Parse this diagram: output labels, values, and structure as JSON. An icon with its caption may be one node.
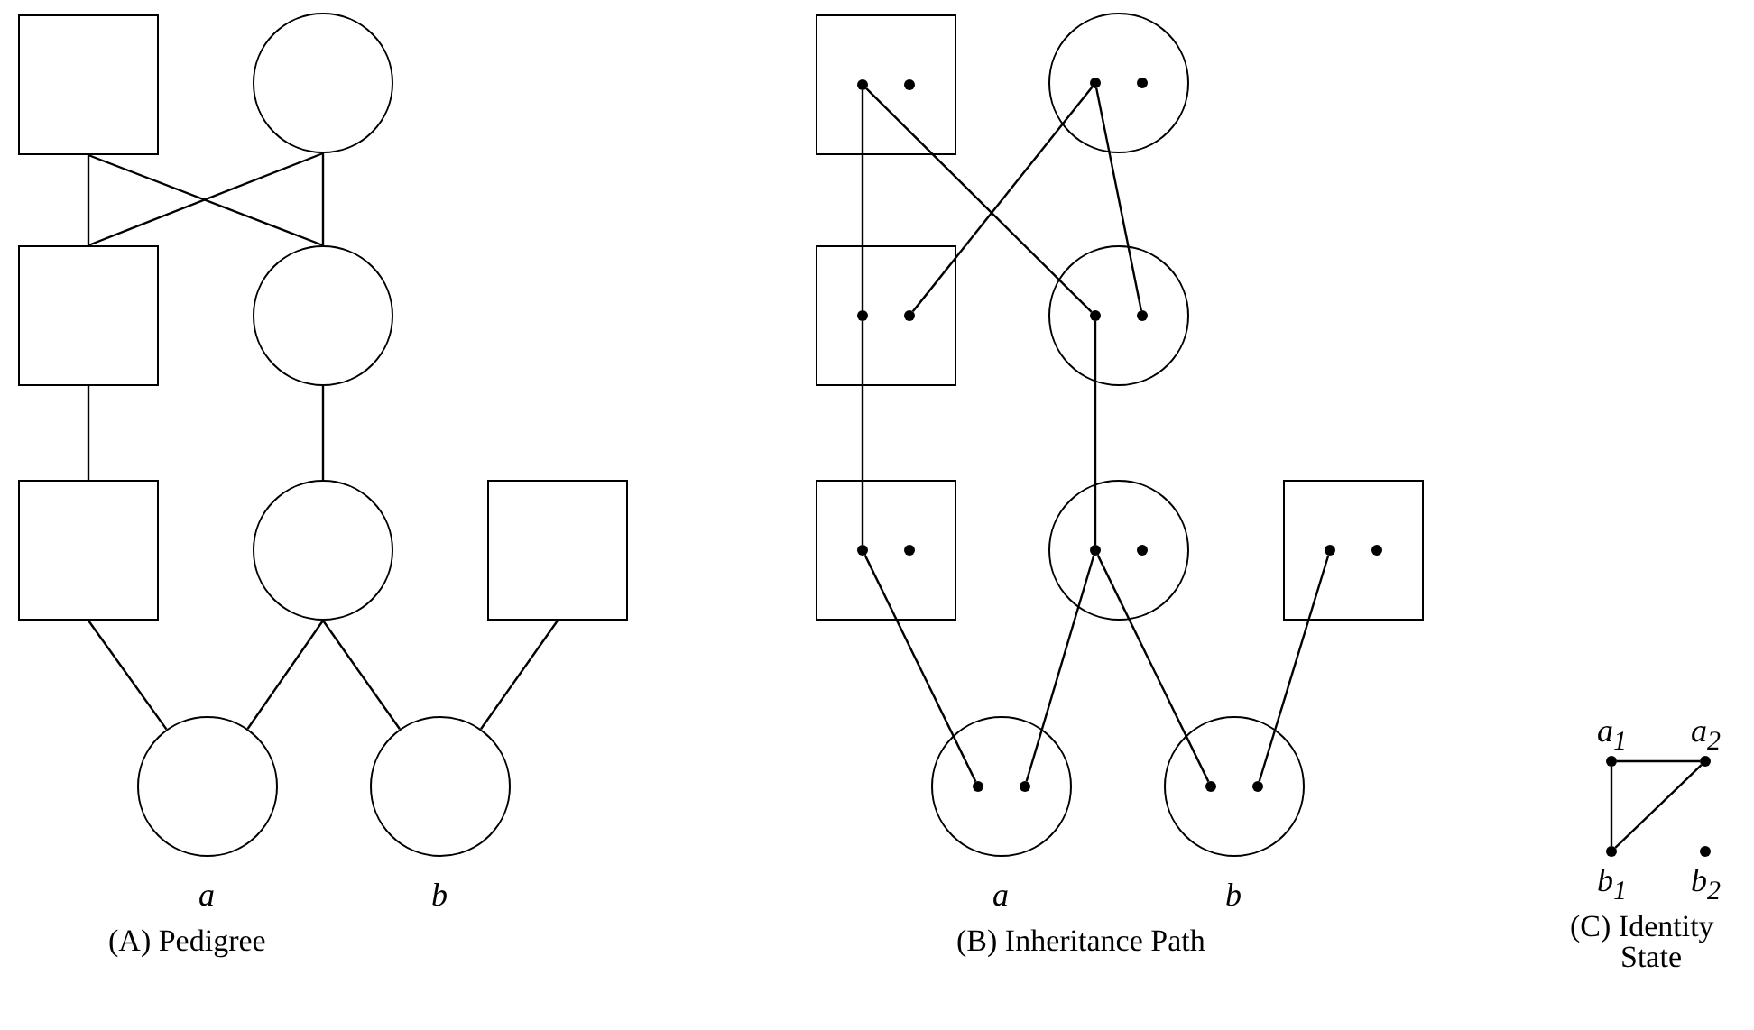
{
  "diagram": {
    "nodes": [
      {
        "text": [],
        "shape": "box"
      },
      {
        "text": [],
        "shape": "circle"
      },
      {
        "text": [],
        "shape": "box"
      },
      {
        "text": [],
        "shape": "circle"
      },
      {
        "text": [],
        "shape": "box"
      },
      {
        "text": [],
        "shape": "circle"
      },
      {
        "text": [],
        "shape": "box"
      },
      {
        "text": [],
        "shape": "circle",
        "beside": [
          "a"
        ]
      },
      {
        "text": [],
        "shape": "circle",
        "beside": [
          "b"
        ]
      },
      {
        "text": [],
        "shape": "box"
      },
      {
        "text": [],
        "shape": "circle"
      },
      {
        "text": [],
        "shape": "box"
      },
      {
        "text": [],
        "shape": "circle"
      },
      {
        "text": [],
        "shape": "box"
      },
      {
        "text": [],
        "shape": "circle"
      },
      {
        "text": [],
        "shape": "box"
      },
      {
        "text": [],
        "shape": "circle",
        "beside": [
          "a"
        ]
      },
      {
        "text": [],
        "shape": "circle",
        "beside": [
          "b"
        ]
      },
      {
        "text": [],
        "shape": "dot",
        "in": 9
      },
      {
        "text": [],
        "shape": "dot",
        "in": 9
      },
      {
        "text": [],
        "shape": "dot",
        "in": 10
      },
      {
        "text": [],
        "shape": "dot",
        "in": 10
      },
      {
        "text": [],
        "shape": "dot",
        "in": 11
      },
      {
        "text": [],
        "shape": "dot",
        "in": 11
      },
      {
        "text": [],
        "shape": "dot",
        "in": 12
      },
      {
        "text": [],
        "shape": "dot",
        "in": 12
      },
      {
        "text": [],
        "shape": "dot",
        "in": 13
      },
      {
        "text": [],
        "shape": "dot",
        "in": 13
      },
      {
        "text": [],
        "shape": "dot",
        "in": 14
      },
      {
        "text": [],
        "shape": "dot",
        "in": 14
      },
      {
        "text": [],
        "shape": "dot",
        "in": 15
      },
      {
        "text": [],
        "shape": "dot",
        "in": 15
      },
      {
        "text": [],
        "shape": "dot",
        "in": 16
      },
      {
        "text": [],
        "shape": "dot",
        "in": 16
      },
      {
        "text": [],
        "shape": "dot",
        "in": 17
      },
      {
        "text": [],
        "shape": "dot",
        "in": 17
      },
      {
        "text": [
          "a$_{1}$"
        ]
      },
      {
        "text": [
          "a$_{2}$"
        ]
      },
      {
        "text": [
          "b$_{1}$"
        ]
      },
      {
        "text": [
          "b$_{2}$"
        ]
      }
    ],
    "edges": [
      {
        "from": 0,
        "to": 2,
        "arrow": "none"
      },
      {
        "from": 0,
        "to": 3,
        "arrow": "none"
      },
      {
        "from": 1,
        "to": 2,
        "arrow": "none"
      },
      {
        "from": 1,
        "to": 3,
        "arrow": "none"
      },
      {
        "from": 2,
        "to": 4,
        "arrow": "none"
      },
      {
        "from": 3,
        "to": 5,
        "arrow": "none"
      },
      {
        "from": 4,
        "to": 7,
        "arrow": "none"
      },
      {
        "from": 5,
        "to": 7,
        "arrow": "none"
      },
      {
        "from": 5,
        "to": 8,
        "arrow": "none"
      },
      {
        "from": 6,
        "to": 8,
        "arrow": "none"
      },
      {
        "from": 18,
        "to": 22,
        "arrow": "none"
      },
      {
        "from": 22,
        "to": 26,
        "arrow": "none"
      },
      {
        "from": 18,
        "to": 24,
        "arrow": "none"
      },
      {
        "from": 20,
        "to": 23,
        "arrow": "none"
      },
      {
        "from": 20,
        "to": 25,
        "arrow": "none"
      },
      {
        "from": 24,
        "to": 28,
        "arrow": "none"
      },
      {
        "from": 26,
        "to": 32,
        "arrow": "none"
      },
      {
        "from": 28,
        "to": 33,
        "arrow": "none"
      },
      {
        "from": 28,
        "to": 34,
        "arrow": "none"
      },
      {
        "from": 30,
        "to": 35,
        "arrow": "none"
      },
      {
        "from": 36,
        "to": 37,
        "arrow": "none"
      },
      {
        "from": 36,
        "to": 38,
        "arrow": "none"
      },
      {
        "from": 38,
        "to": 37,
        "arrow": "none"
      }
    ],
    "labels": [
      "(A) Pedigree",
      "(B) Inheritance Path",
      "(C) Identity State"
    ]
  }
}
